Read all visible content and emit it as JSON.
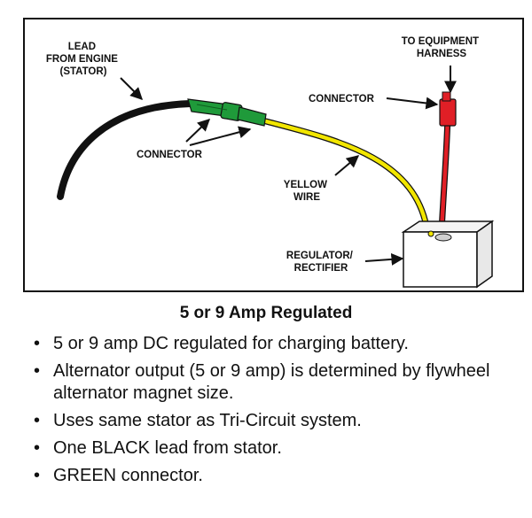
{
  "diagram": {
    "labels": {
      "lead_line1": "LEAD",
      "lead_line2": "FROM ENGINE",
      "lead_line3": "(STATOR)",
      "equip_line1": "TO EQUIPMENT",
      "equip_line2": "HARNESS",
      "connector_right": "CONNECTOR",
      "connector_left": "CONNECTOR",
      "yellow_line1": "YELLOW",
      "yellow_line2": "WIRE",
      "reg_line1": "REGULATOR/",
      "reg_line2": "RECTIFIER"
    },
    "colors": {
      "black_lead": "#111111",
      "green_connector": "#1f9a3a",
      "yellow_wire": "#f2e600",
      "red_wire": "#e01f26",
      "outline": "#111111"
    }
  },
  "caption": "5 or 9 Amp Regulated",
  "bullets": [
    "5 or 9 amp DC regulated for charging battery.",
    "Alternator output (5 or 9 amp) is determined by flywheel alternator magnet size.",
    "Uses same stator as Tri-Circuit system.",
    "One BLACK lead from stator.",
    "GREEN connector."
  ]
}
